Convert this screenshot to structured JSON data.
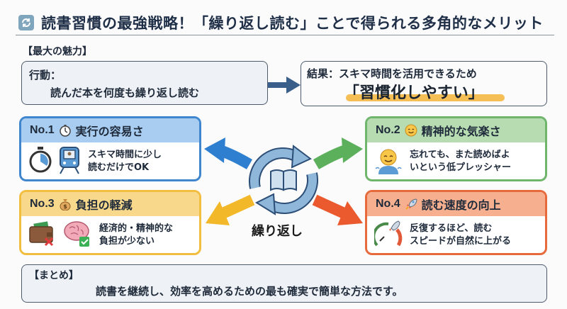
{
  "title": {
    "icon": "refresh-icon",
    "text": "読書習慣の最強戦略！「繰り返し読む」ことで得られる多角的なメリット"
  },
  "highlight_section": {
    "label": "【最大の魅力】",
    "action": {
      "label": "行動：",
      "text": "読んだ本を何度も繰り返し読む"
    },
    "result": {
      "label": "結果：スキマ時間を活用できるため",
      "text": "「習慣化しやすい」"
    }
  },
  "center": {
    "icon": "book-cycle-icon",
    "label": "繰り返し"
  },
  "cards": [
    {
      "no": "No.1",
      "title": "実行の容易さ",
      "title_icon": "stopwatch-icon",
      "icons": [
        "stopwatch-icon",
        "train-icon"
      ],
      "line1": "スキマ時間に少し",
      "line2": "読むだけでOK",
      "color": "#3f86cf"
    },
    {
      "no": "No.2",
      "title": "精神的な気楽さ",
      "title_icon": "smile-icon",
      "icons": [
        "relaxed-person-icon"
      ],
      "line1": "忘れても、また読めばよ",
      "line2": "いという低プレッシャー",
      "color": "#6fb56c"
    },
    {
      "no": "No.3",
      "title": "負担の軽減",
      "title_icon": "money-bag-icon",
      "icons": [
        "wallet-icon",
        "brain-icon"
      ],
      "line1": "経済的・精神的な",
      "line2": "負担が少ない",
      "color": "#f1be3f"
    },
    {
      "no": "No.4",
      "title": "読む速度の向上",
      "title_icon": "rocket-icon",
      "icons": [
        "speedometer-rocket-icon"
      ],
      "line1": "反復するほど、読む",
      "line2": "スピードが自然に上がる",
      "color": "#e76a3c"
    }
  ],
  "summary": {
    "label": "【まとめ】",
    "text": "読書を継続し、効率を高めるための最も確実で簡単な方法です。"
  }
}
